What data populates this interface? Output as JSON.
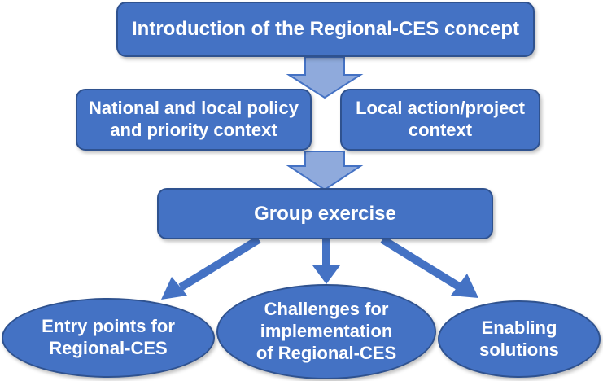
{
  "diagram": {
    "top": {
      "label": "Introduction of the Regional-CES concept"
    },
    "policy": {
      "label": "National and local policy\nand priority context"
    },
    "project": {
      "label": "Local action/project\ncontext"
    },
    "group": {
      "label": "Group exercise"
    },
    "entry": {
      "label": "Entry points for\nRegional-CES"
    },
    "challenges": {
      "label": "Challenges for\nimplementation\nof Regional-CES"
    },
    "enabling": {
      "label": "Enabling\nsolutions"
    }
  },
  "colors": {
    "box_fill": "#4472c4",
    "box_border": "#2f528f",
    "block_arrow_fill": "#8faadc",
    "line_arrow": "#4472c4",
    "text": "#ffffff"
  }
}
